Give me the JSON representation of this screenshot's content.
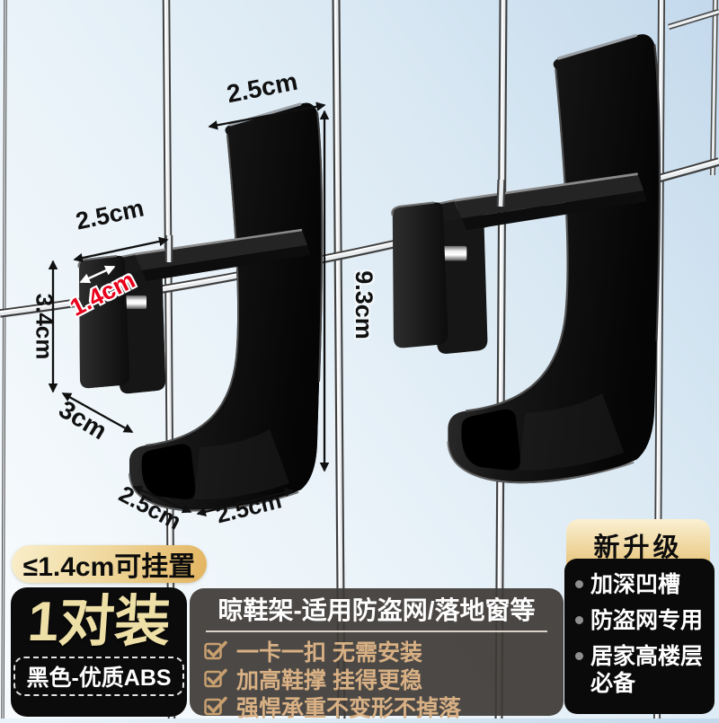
{
  "dimensions": {
    "hook_top_width": "2.5cm",
    "clamp_top_width": "2.5cm",
    "slot_gap": "1.4cm",
    "clamp_height": "3.4cm",
    "hook_height": "9.3cm",
    "clamp_depth": "3cm",
    "bottom_left_width": "2.5cm",
    "bottom_hook_width": "2.5cm"
  },
  "badges": {
    "hang_limit": "≤1.4cm可挂置",
    "pack": "1对装",
    "material": "黑色-优质ABS",
    "upgrade": "新升级"
  },
  "info": {
    "title": "晾鞋架-适用防盗网/落地窗等",
    "selling_points": [
      "一卡一扣 无需安装",
      "加高鞋撑 挂得更稳",
      "强悍承重不变形不掉落"
    ],
    "features": [
      "加深凹槽",
      "防盗网专用",
      "居家高楼层必备"
    ]
  },
  "icons": {
    "checklist": "checkbox-check-icon",
    "feature_bullet": "dot-bullet-icon",
    "dimension_arrows": "double-arrow-icon"
  },
  "colors": {
    "sky_top": "#c3d9ec",
    "sky_bottom": "#f7fbfd",
    "accent_gold": "#e3b45f",
    "highlight_red": "#e8001b",
    "checklist_tan": "#d8b084",
    "panel_dark": "#0b0b0b",
    "hook_black": "#141414"
  }
}
